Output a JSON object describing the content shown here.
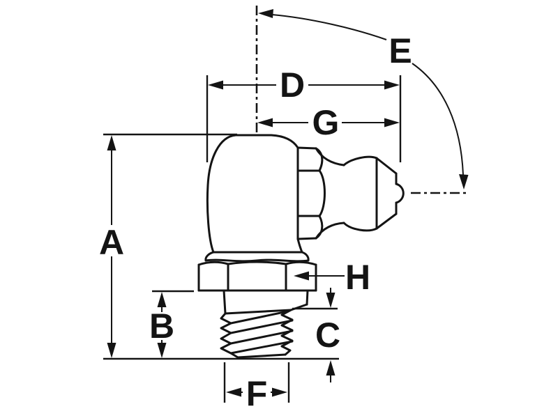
{
  "diagram": {
    "type": "technical-drawing",
    "subject": "90-degree grease fitting (zerk) dimensional drawing",
    "background_color": "#ffffff",
    "line_color": "#141414",
    "labels": {
      "A": "A",
      "B": "B",
      "C": "C",
      "D": "D",
      "E": "E",
      "F": "F",
      "G": "G",
      "H": "H"
    }
  }
}
